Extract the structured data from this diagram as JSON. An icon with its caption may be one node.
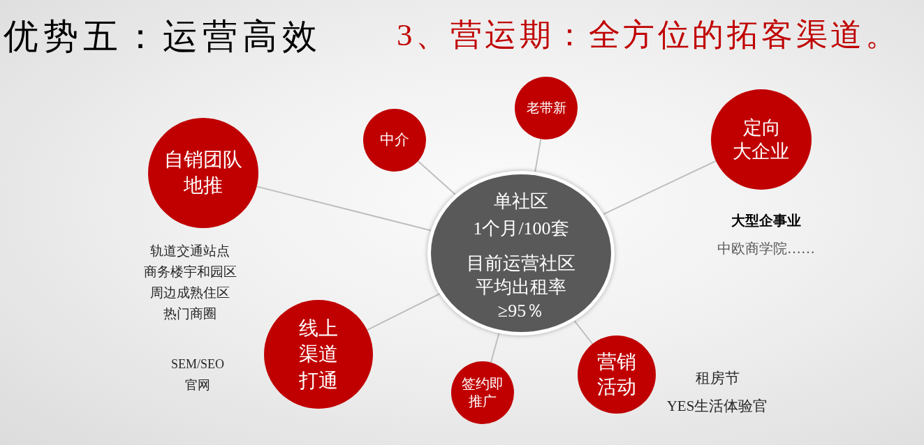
{
  "diagram": {
    "title": "优势五：运营高效",
    "nodes": [
      {
        "text": [
          "单社区",
          "1个月/100套",
          "目前运营社区平均出租率≥95％"
        ]
      },
      {
        "text": [
          "自销团队地推"
        ],
        "beside": [
          "轨道交通站点",
          "商务楼宇和园区",
          "周边成熟住区",
          "热门商圈"
        ]
      },
      {
        "text": [
          "中介"
        ]
      },
      {
        "text": [
          "老带新"
        ]
      },
      {
        "text": [
          "定向大企业"
        ],
        "beside": [
          "大型企事业",
          "中欧商学院……"
        ]
      },
      {
        "text": [
          "营销活动"
        ],
        "beside": [
          "租房节",
          "YES生活体验官"
        ]
      },
      {
        "text": [
          "签约即推广"
        ]
      },
      {
        "text": [
          "线上渠道打通"
        ],
        "beside": [
          "SEM/SEO",
          "官网"
        ]
      }
    ],
    "edges": [
      {
        "from": 0,
        "to": 1,
        "arrow": "none"
      },
      {
        "from": 0,
        "to": 2,
        "arrow": "none"
      },
      {
        "from": 0,
        "to": 3,
        "arrow": "none"
      },
      {
        "from": 0,
        "to": 4,
        "arrow": "none"
      },
      {
        "from": 0,
        "to": 5,
        "arrow": "none"
      },
      {
        "from": 0,
        "to": 6,
        "arrow": "none"
      },
      {
        "from": 0,
        "to": 7,
        "arrow": "none"
      }
    ],
    "labels": [
      "3、营运期：全方位的拓客渠道。"
    ]
  }
}
